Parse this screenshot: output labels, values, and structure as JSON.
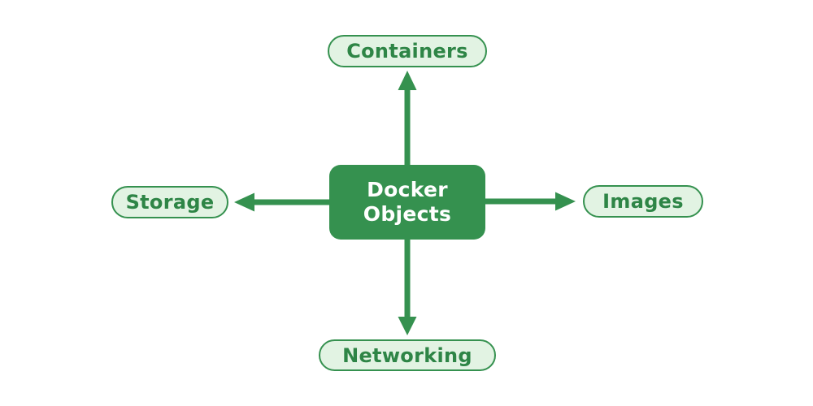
{
  "diagram": {
    "type": "hub-and-spoke",
    "center": {
      "label": "Docker\nObjects"
    },
    "nodes": [
      {
        "id": "containers",
        "label": "Containers",
        "position": "top"
      },
      {
        "id": "storage",
        "label": "Storage",
        "position": "left"
      },
      {
        "id": "images",
        "label": "Images",
        "position": "right"
      },
      {
        "id": "networking",
        "label": "Networking",
        "position": "bottom"
      }
    ],
    "edges": [
      {
        "from": "docker-objects",
        "to": "containers",
        "direction": "up"
      },
      {
        "from": "docker-objects",
        "to": "storage",
        "direction": "left"
      },
      {
        "from": "docker-objects",
        "to": "images",
        "direction": "right"
      },
      {
        "from": "docker-objects",
        "to": "networking",
        "direction": "down"
      }
    ]
  },
  "colors": {
    "primary_green": "#35914F",
    "pill_fill": "#E2F3E3",
    "pill_border": "#35914F",
    "pill_text": "#2E8546",
    "center_box_fill": "#35914F",
    "center_box_text": "#FFFFFF",
    "background": "#FFFFFF"
  }
}
